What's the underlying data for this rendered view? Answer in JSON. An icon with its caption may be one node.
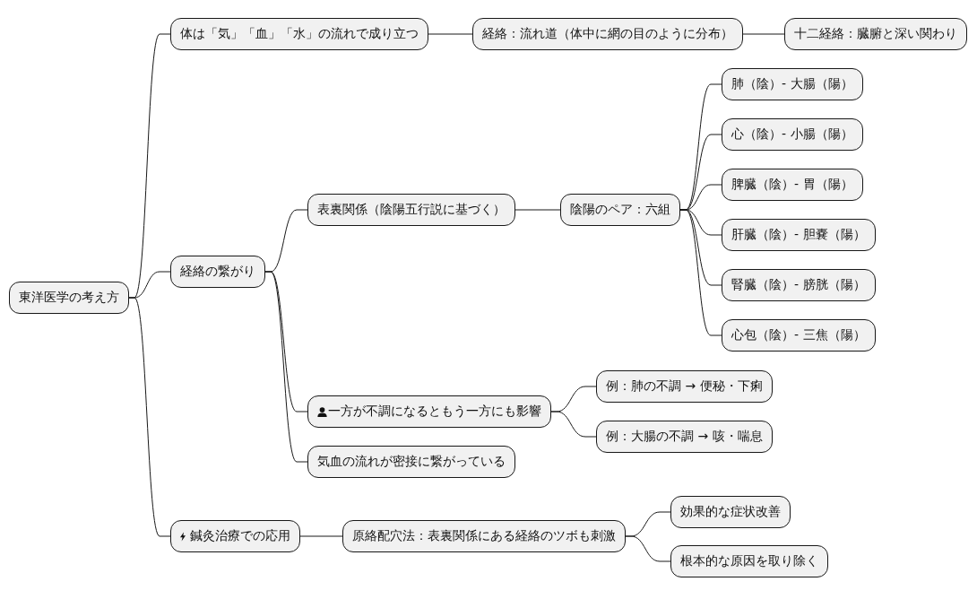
{
  "diagram": {
    "nodes": [
      {
        "text": [
          "東洋医学の考え方"
        ]
      },
      {
        "text": [
          "体は「気」「血」「水」の流れで成り立つ"
        ]
      },
      {
        "text": [
          "経絡：流れ道（体中に網の目のように分布）"
        ]
      },
      {
        "text": [
          "十二経絡：臓腑と深い関わり"
        ]
      },
      {
        "text": [
          "経絡の繋がり"
        ]
      },
      {
        "text": [
          "表裏関係（陰陽五行説に基づく）"
        ]
      },
      {
        "text": [
          "陰陽のペア：六組"
        ]
      },
      {
        "text": [
          "肺（陰）- 大腸（陽）"
        ]
      },
      {
        "text": [
          "心（陰）- 小腸（陽）"
        ]
      },
      {
        "text": [
          "脾臓（陰）- 胃（陽）"
        ]
      },
      {
        "text": [
          "肝臓（陰）- 胆嚢（陽）"
        ]
      },
      {
        "text": [
          "腎臓（陰）- 膀胱（陽）"
        ]
      },
      {
        "text": [
          "心包（陰）- 三焦（陽）"
        ]
      },
      {
        "text": [
          "一方が不調になるともう一方にも影響"
        ]
      },
      {
        "text": [
          "例：肺の不調 → 便秘・下痢"
        ]
      },
      {
        "text": [
          "例：大腸の不調 → 咳・喘息"
        ]
      },
      {
        "text": [
          "気血の流れが密接に繋がっている"
        ]
      },
      {
        "text": [
          "鍼灸治療での応用"
        ]
      },
      {
        "text": [
          "原絡配穴法：表裏関係にある経絡のツボも刺激"
        ]
      },
      {
        "text": [
          "効果的な症状改善"
        ]
      },
      {
        "text": [
          "根本的な原因を取り除く"
        ]
      }
    ],
    "edges": [
      {
        "from": 0,
        "to": 1,
        "arrow": "none"
      },
      {
        "from": 1,
        "to": 2,
        "arrow": "none"
      },
      {
        "from": 2,
        "to": 3,
        "arrow": "none"
      },
      {
        "from": 0,
        "to": 4,
        "arrow": "none"
      },
      {
        "from": 4,
        "to": 5,
        "arrow": "none"
      },
      {
        "from": 5,
        "to": 6,
        "arrow": "none"
      },
      {
        "from": 6,
        "to": 7,
        "arrow": "none"
      },
      {
        "from": 6,
        "to": 8,
        "arrow": "none"
      },
      {
        "from": 6,
        "to": 9,
        "arrow": "none"
      },
      {
        "from": 6,
        "to": 10,
        "arrow": "none"
      },
      {
        "from": 6,
        "to": 11,
        "arrow": "none"
      },
      {
        "from": 6,
        "to": 12,
        "arrow": "none"
      },
      {
        "from": 4,
        "to": 13,
        "arrow": "none"
      },
      {
        "from": 13,
        "to": 14,
        "arrow": "none"
      },
      {
        "from": 13,
        "to": 15,
        "arrow": "none"
      },
      {
        "from": 4,
        "to": 16,
        "arrow": "none"
      },
      {
        "from": 0,
        "to": 17,
        "arrow": "none"
      },
      {
        "from": 17,
        "to": 18,
        "arrow": "none"
      },
      {
        "from": 18,
        "to": 19,
        "arrow": "none"
      },
      {
        "from": 18,
        "to": 20,
        "arrow": "none"
      }
    ]
  }
}
